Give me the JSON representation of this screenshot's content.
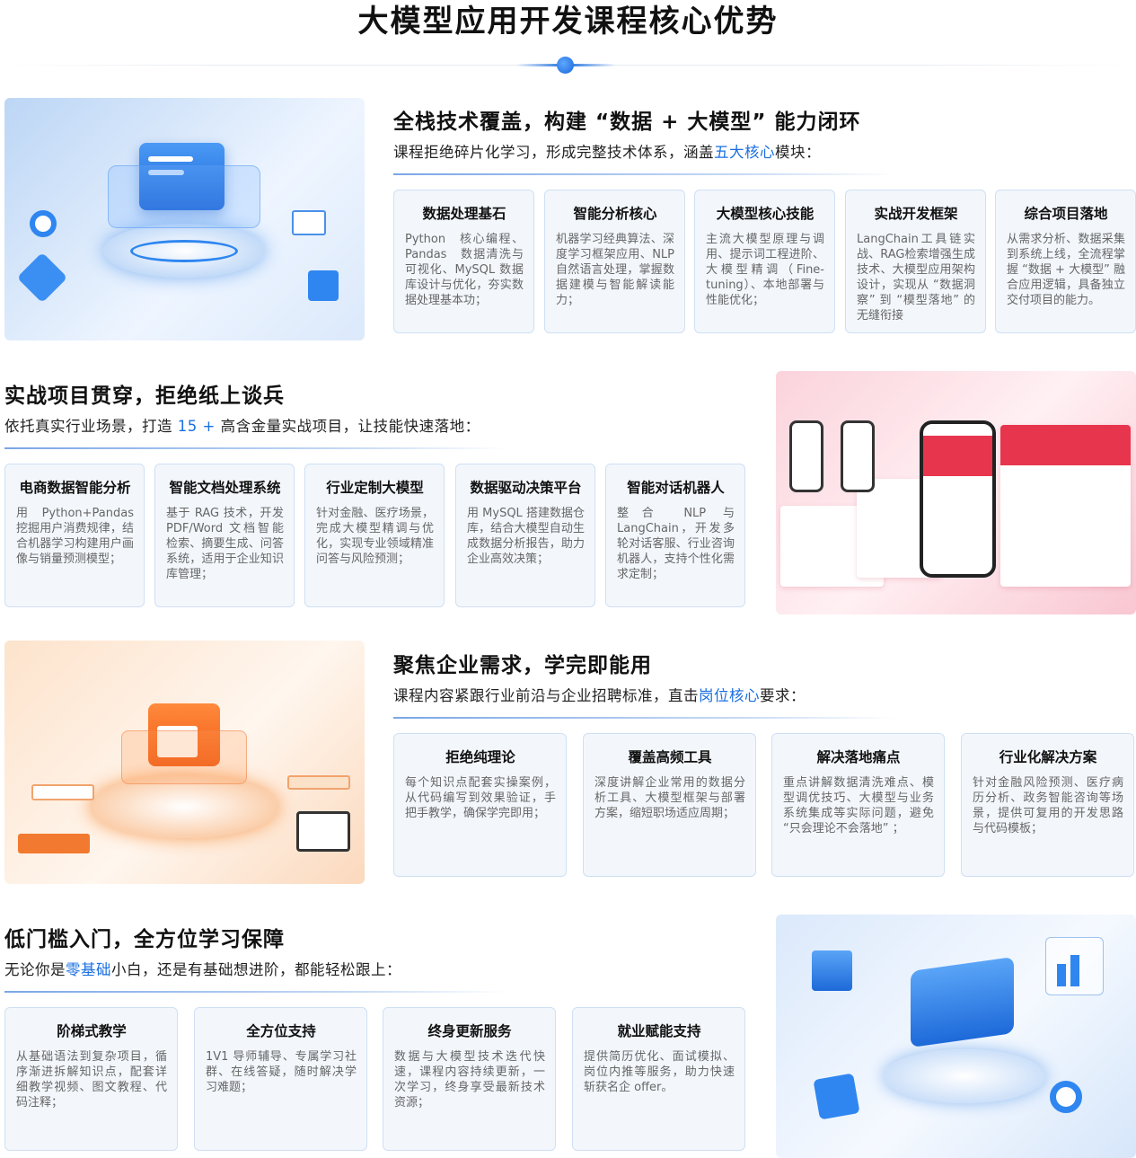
{
  "title": "大模型应用开发课程核心优势",
  "section1": {
    "heading": "全栈技术覆盖，构建 “数据 + 大模型” 能力闭环",
    "subtitle": {
      "before": "课程拒绝碎片化学习，形成完整技术体系，涵盖",
      "highlight": "五大核心",
      "after": "模块："
    },
    "cards": [
      {
        "title": "数据处理基石",
        "body": "Python　核心编程、Pandas　数据清洗与可视化、MySQL 数据库设计与优化，夯实数据处理基本功；"
      },
      {
        "title": "智能分析核心",
        "body": "机器学习经典算法、深度学习框架应用、NLP 自然语言处理，掌握数据建模与智能解读能力；"
      },
      {
        "title": "大模型核心技能",
        "body": "主流大模型原理与调用、提示词工程进阶、大模型精调（Fine-tuning）、本地部署与性能优化；"
      },
      {
        "title": "实战开发框架",
        "body": "LangChain工具链实战、RAG检索增强生成技术、大模型应用架构设计，实现从 “数据洞察” 到 “模型落地” 的无缝衔接"
      },
      {
        "title": "综合项目落地",
        "body": "从需求分析、数据采集到系统上线，全流程掌握 “数据 + 大模型” 融合应用逻辑，具备独立交付项目的能力。"
      }
    ]
  },
  "section2": {
    "heading": "实战项目贯穿，拒绝纸上谈兵",
    "subtitle": {
      "before": "依托真实行业场景，打造 ",
      "highlight": "15 +",
      "after": " 高含金量实战项目，让技能快速落地："
    },
    "cards": [
      {
        "title": "电商数据智能分析",
        "body": "用　Python+Pandas 挖掘用户消费规律，结合机器学习构建用户画像与销量预测模型；"
      },
      {
        "title": "智能文档处理系统",
        "body": "基于 RAG 技术，开发 PDF/Word 文档智能检索、摘要生成、问答系统，适用于企业知识库管理；"
      },
      {
        "title": "行业定制大模型",
        "body": "针对金融、医疗场景，完成大模型精调与优化，实现专业领域精准问答与风险预测；"
      },
      {
        "title": "数据驱动决策平台",
        "body": "用 MySQL 搭建数据仓库，结合大模型自动生成数据分析报告，助力企业高效决策；"
      },
      {
        "title": "智能对话机器人",
        "body": "整合 NLP 与 LangChain，开发多轮对话客服、行业咨询机器人，支持个性化需求定制；"
      }
    ]
  },
  "section3": {
    "heading": "聚焦企业需求，学完即能用",
    "subtitle": {
      "before": "课程内容紧跟行业前沿与企业招聘标准，直击",
      "highlight": "岗位核心",
      "after": "要求："
    },
    "cards": [
      {
        "title": "拒绝纯理论",
        "body": "每个知识点配套实操案例，从代码编写到效果验证，手把手教学，确保学完即用；"
      },
      {
        "title": "覆盖高频工具",
        "body": "深度讲解企业常用的数据分析工具、大模型框架与部署方案，缩短职场适应周期；"
      },
      {
        "title": "解决落地痛点",
        "body": "重点讲解数据清洗难点、模型调优技巧、大模型与业务系统集成等实际问题，避免 “只会理论不会落地” ；"
      },
      {
        "title": "行业化解决方案",
        "body": "针对金融风险预测、医疗病历分析、政务智能咨询等场景，提供可复用的开发思路与代码模板；"
      }
    ]
  },
  "section4": {
    "heading": "低门槛入门，全方位学习保障",
    "subtitle": {
      "before": "无论你是",
      "highlight": "零基础",
      "after": "小白，还是有基础想进阶，都能轻松跟上："
    },
    "cards": [
      {
        "title": "阶梯式教学",
        "body": "从基础语法到复杂项目，循序渐进拆解知识点，配套详细教学视频、图文教程、代码注释；"
      },
      {
        "title": "全方位支持",
        "body": "1V1 导师辅导、专属学习社群、在线答疑，随时解决学习难题；"
      },
      {
        "title": "终身更新服务",
        "body": "数据与大模型技术迭代快速，课程内容持续更新，一次学习，终身享受最新技术资源；"
      },
      {
        "title": "就业赋能支持",
        "body": "提供简历优化、面试模拟、岗位内推等服务，助力快速斩获名企 offer。"
      }
    ]
  },
  "colors": {
    "accent": "#1a6fe0",
    "card_bg": "#f3f7fc",
    "card_border": "#cfe0f4"
  }
}
